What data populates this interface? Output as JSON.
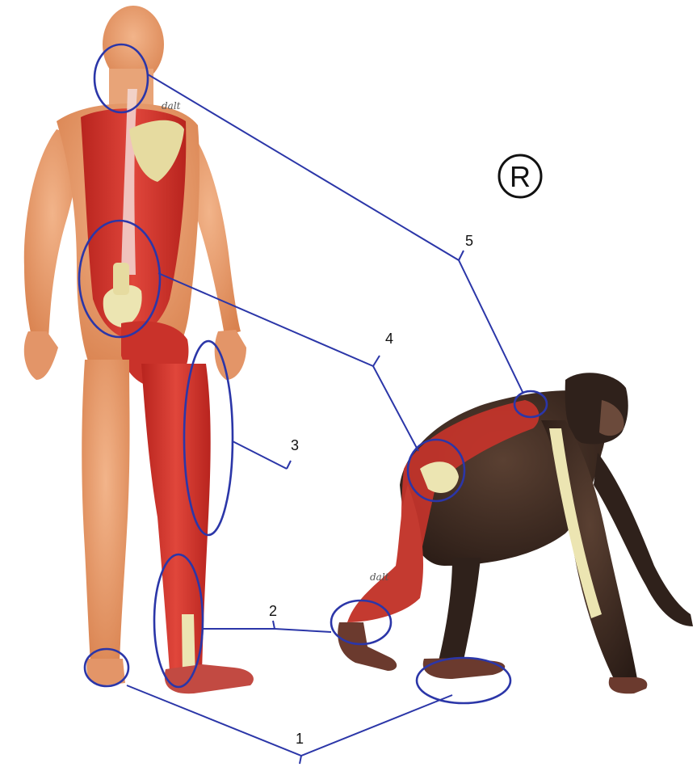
{
  "labels": {
    "n1": "1",
    "n2": "2",
    "n3": "3",
    "n4": "4",
    "n5": "5"
  },
  "mark": {
    "letter": "R"
  },
  "signature": "dalt",
  "colors": {
    "leader": "#2b36a8",
    "skin": "#e89a6a",
    "muscle": "#c8342b",
    "bone": "#ece5b2",
    "fur": "#3a2a22"
  }
}
